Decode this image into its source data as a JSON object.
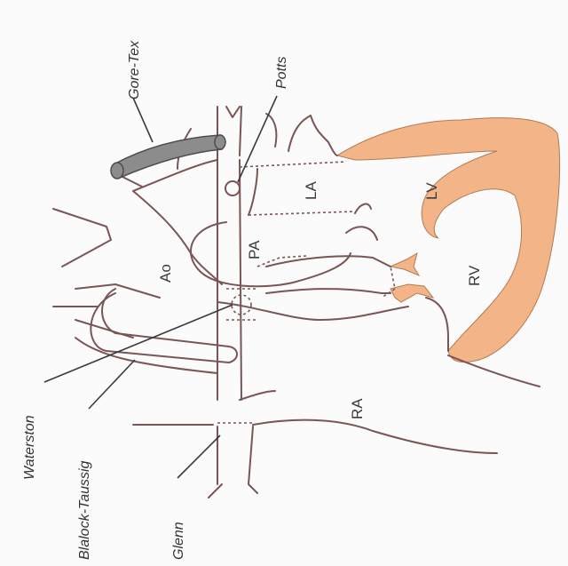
{
  "chambers": {
    "ao": "Ao",
    "pa": "PA",
    "la": "LA",
    "lv": "LV",
    "rv": "RV",
    "ra": "RA"
  },
  "shunts": {
    "gore_tex": "Gore-Tex",
    "potts": "Potts",
    "waterston": "Waterston",
    "blalock_taussig": "Blalock-Taussig",
    "glenn": "Glenn"
  },
  "colors": {
    "outline": "#7a5555",
    "myocardium": "#f3b588",
    "graft": "#8c8c8c",
    "text": "#3a3a3a"
  }
}
